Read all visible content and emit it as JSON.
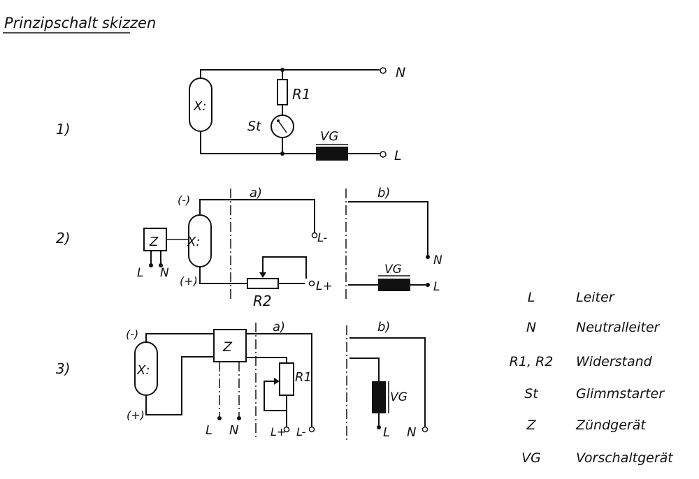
{
  "heading": "Prinzipschalt skizzen",
  "circuits": {
    "c1": {
      "number": "1)",
      "lamp": "X:",
      "resistor": "R1",
      "starter": "St",
      "ballast": "VG",
      "terminal_n": "N",
      "terminal_l": "L"
    },
    "c2": {
      "number": "2)",
      "part_a": "a)",
      "part_b": "b)",
      "minus": "(-)",
      "plus": "(+)",
      "lamp": "X:",
      "igniter": "Z",
      "igniter_l": "L",
      "igniter_n": "N",
      "resistor": "R2",
      "terminal_l_minus": "L-",
      "terminal_l_plus": "L+",
      "ballast": "VG",
      "terminal_n": "N",
      "terminal_l": "L"
    },
    "c3": {
      "number": "3)",
      "part_a": "a)",
      "part_b": "b)",
      "minus": "(-)",
      "plus": "(+)",
      "lamp": "X:",
      "igniter": "Z",
      "igniter_l": "L",
      "igniter_n": "N",
      "resistor": "R1",
      "terminal_l_plus": "L+",
      "terminal_l_minus": "L-",
      "ballast": "VG",
      "terminal_l": "L",
      "terminal_n": "N"
    }
  },
  "legend": [
    {
      "symbol": "L",
      "meaning": "Leiter"
    },
    {
      "symbol": "N",
      "meaning": "Neutralleiter"
    },
    {
      "symbol": "R1, R2",
      "meaning": "Widerstand"
    },
    {
      "symbol": "St",
      "meaning": "Glimmstarter"
    },
    {
      "symbol": "Z",
      "meaning": "Zündgerät"
    },
    {
      "symbol": "VG",
      "meaning": "Vorschaltgerät"
    }
  ]
}
